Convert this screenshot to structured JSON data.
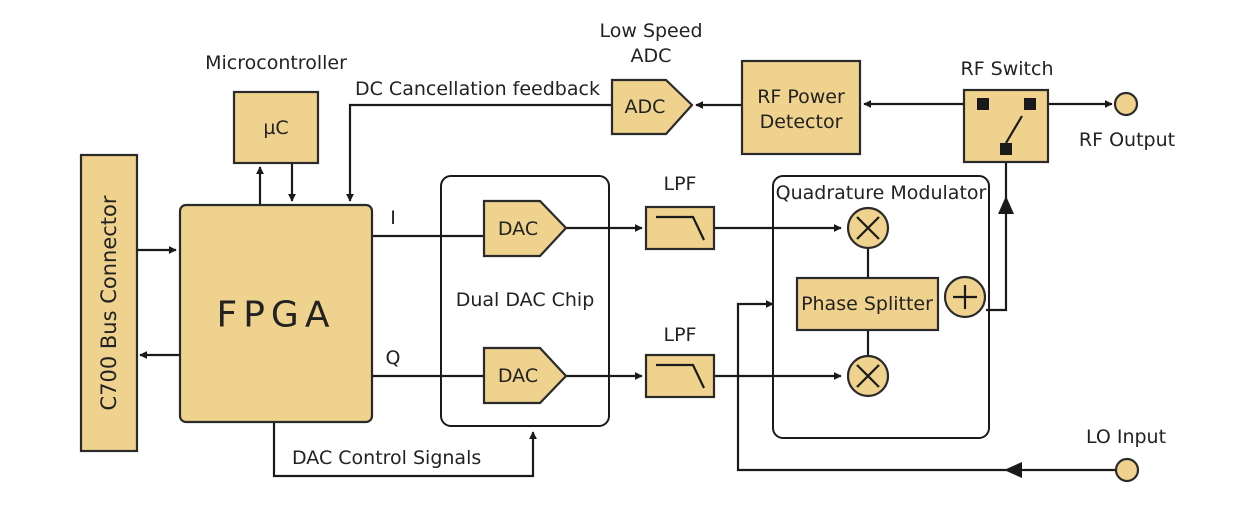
{
  "blocks": {
    "connector": "C700 Bus Connector",
    "fpga": "FPGA",
    "microcontroller_symbol": "µC",
    "adc": "ADC",
    "rf_power_detector_line1": "RF Power",
    "rf_power_detector_line2": "Detector",
    "dac_i": "DAC",
    "dac_q": "DAC",
    "phase_splitter": "Phase Splitter"
  },
  "labels": {
    "microcontroller": "Microcontroller",
    "low_speed_adc_line1": "Low Speed",
    "low_speed_adc_line2": "ADC",
    "dc_cancellation": "DC Cancellation feedback",
    "rf_switch": "RF Switch",
    "rf_output": "RF Output",
    "lpf_top": "LPF",
    "lpf_bottom": "LPF",
    "quadrature_modulator": "Quadrature Modulator",
    "dual_dac_chip": "Dual DAC Chip",
    "i_signal": "I",
    "q_signal": "Q",
    "dac_control_signals": "DAC Control Signals",
    "lo_input": "LO Input"
  },
  "colors": {
    "block_fill": "#EED28D",
    "line": "#1a1a1a"
  }
}
